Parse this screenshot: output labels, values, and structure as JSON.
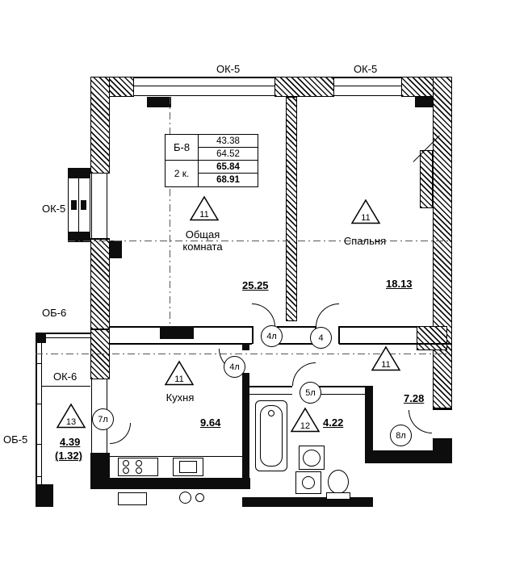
{
  "plan": {
    "windows": {
      "top_left": "ОК-5",
      "top_right": "ОК-5",
      "left_upper": "ОК-5",
      "left_block": "ОБ-6",
      "left_window": "ОК-6",
      "left_balcony": "ОБ-5"
    },
    "info_table": {
      "unit": "Б-8",
      "rooms_label": "2 к.",
      "values": [
        "43.38",
        "64.52",
        "65.84",
        "68.91"
      ]
    },
    "rooms": {
      "living": {
        "name": "Общая комната",
        "area": "25.25",
        "marker": "11"
      },
      "bedroom": {
        "name": "Спальня",
        "area": "18.13",
        "marker": "11"
      },
      "kitchen": {
        "name": "Кухня",
        "area": "9.64",
        "marker": "11"
      },
      "bath": {
        "area": "4.22",
        "marker": "12"
      },
      "hall": {
        "area": "7.28",
        "marker": "11"
      },
      "balcony": {
        "area": "4.39",
        "area_secondary": "(1.32)",
        "marker": "13"
      }
    },
    "doors": {
      "living_door": "4л",
      "bedroom_door": "4",
      "kitchen_door": "4л",
      "bath_door": "5л",
      "balcony_door": "7л",
      "entrance_door": "8л"
    }
  }
}
